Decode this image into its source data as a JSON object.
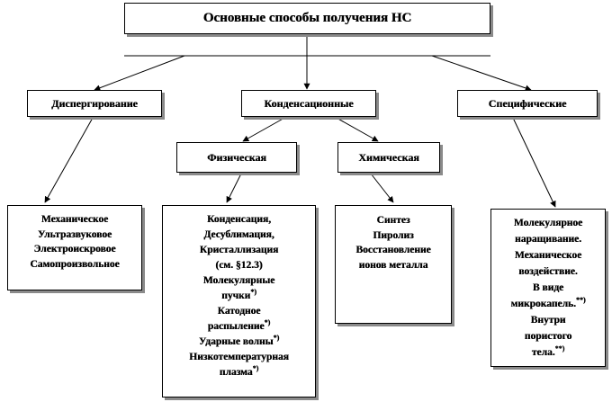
{
  "title": "Основные способы получения НС",
  "categories": {
    "dispersion": "Диспергирование",
    "condensation": "Конденсационные",
    "specific": "Специфические"
  },
  "subcategories": {
    "physical": "Физическая",
    "chemical": "Химическая"
  },
  "lists": {
    "dispersion": [
      "Механическое",
      "Ультразвуковое",
      "Электроискровое",
      "Самопроизвольное"
    ],
    "physical": [
      "Конденсация,",
      "Десублимация,",
      "Кристаллизация",
      "(см. §12.3)",
      "Молекулярные",
      {
        "text": "пучки",
        "sup": "*)"
      },
      "Катодное",
      {
        "text": "распыление",
        "sup": "*)"
      },
      {
        "text": "Ударные волны",
        "sup": "*)"
      },
      "Низкотемпературная",
      {
        "text": "плазма",
        "sup": "*)"
      }
    ],
    "chemical": [
      "Синтез",
      "Пиролиз",
      "Восстановление",
      "ионов металла"
    ],
    "specific": [
      "Молекулярное",
      "наращивание.",
      "Механическое",
      "воздействие.",
      "В виде",
      {
        "text": "микрокапель.",
        "sup": "**)"
      },
      "Внутри",
      "пористого",
      {
        "text": "тела.",
        "sup": "**)"
      }
    ]
  }
}
